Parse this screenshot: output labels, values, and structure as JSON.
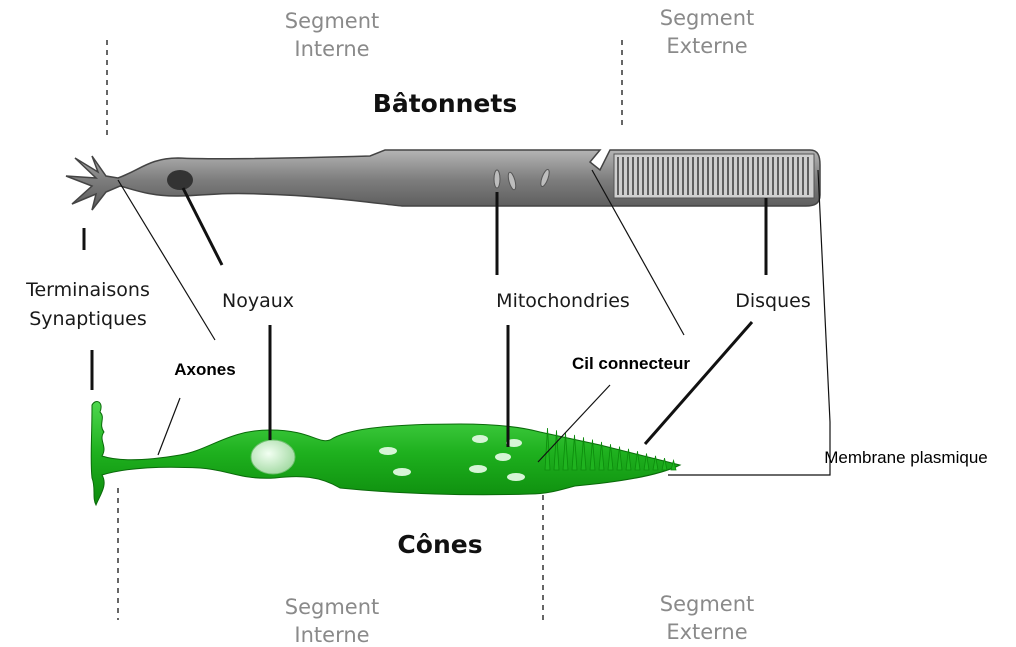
{
  "segments": {
    "top_internal_line1": "Segment",
    "top_internal_line2": "Interne",
    "top_external_line1": "Segment",
    "top_external_line2": "Externe",
    "bottom_internal_line1": "Segment",
    "bottom_internal_line2": "Interne",
    "bottom_external_line1": "Segment",
    "bottom_external_line2": "Externe"
  },
  "titles": {
    "rods": "Bâtonnets",
    "cones": "Cônes"
  },
  "labels": {
    "synaptic_line1": "Terminaisons",
    "synaptic_line2": "Synaptiques",
    "nuclei": "Noyaux",
    "mitochondria": "Mitochondries",
    "discs": "Disques",
    "axons": "Axones",
    "connecting_cilium": "Cil connecteur",
    "plasma_membrane": "Membrane plasmique"
  },
  "colors": {
    "rod_fill": "#7b7b7b",
    "rod_light": "#a8a8a8",
    "cone_fill": "#1fb31f",
    "cone_light": "#5fe05f"
  }
}
